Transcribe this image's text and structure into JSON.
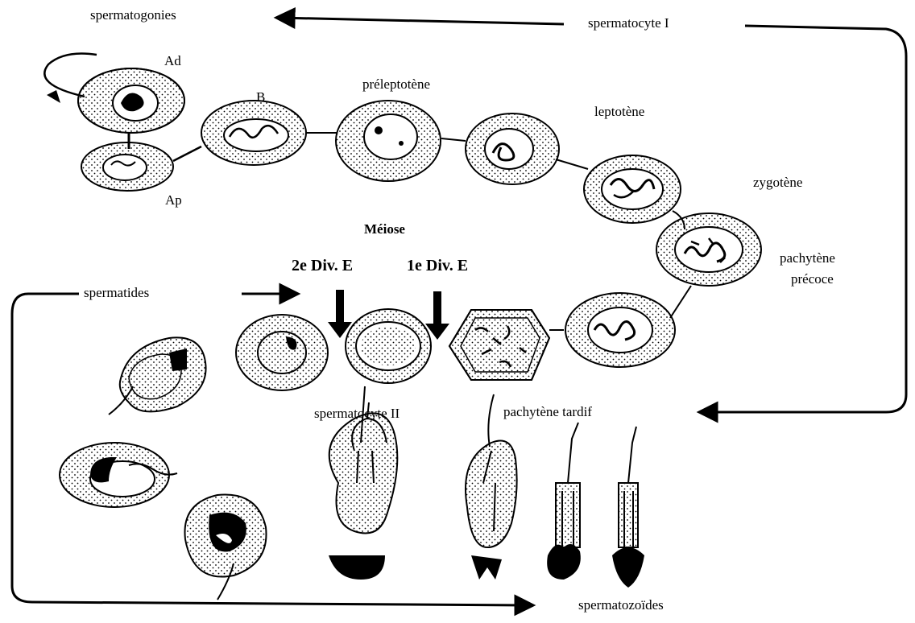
{
  "labels": {
    "spermatogonies": "spermatogonies",
    "spermatocyte_I": "spermatocyte I",
    "Ad": "Ad",
    "Ap": "Ap",
    "B": "B",
    "preleptotene": "préleptotène",
    "leptotene": "leptotène",
    "zygotene": "zygotène",
    "pachytene_precoce": [
      "pachytène",
      "précoce"
    ],
    "meiose": "Méiose",
    "div_2": "2e Div. E",
    "div_1": "1e Div. E",
    "spermatides": "spermatides",
    "spermatocyte_II": "spermatocyte II",
    "pachytene_tardif": "pachytène tardif",
    "spermatozoides": "spermatozoïdes"
  },
  "colors": {
    "ink": "#000000",
    "background": "#ffffff"
  }
}
